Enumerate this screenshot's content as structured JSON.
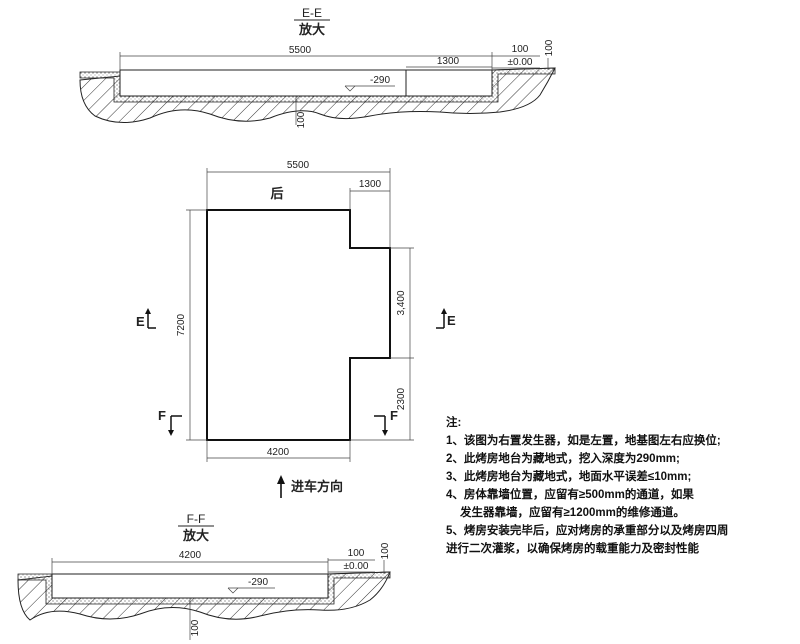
{
  "section_ee": {
    "code": "E-E",
    "label": "放大",
    "length": "5500",
    "inner": "1300",
    "edge": "100",
    "level": "±0.00",
    "height": "100",
    "depth": "-290",
    "base": "100"
  },
  "plan": {
    "width_top": "5500",
    "notch_width": "1300",
    "back_label": "后",
    "length": "7200",
    "notch_height": "3,400",
    "lower": "2300",
    "width_bottom": "4200",
    "mark_e": "E",
    "mark_f": "F",
    "entry": "进车方向"
  },
  "section_ff": {
    "code": "F-F",
    "label": "放大",
    "length": "4200",
    "edge": "100",
    "level": "±0.00",
    "height": "100",
    "depth": "-290",
    "base": "100"
  },
  "notes": {
    "title": "注:",
    "n1": "1、该图为右置发生器，如是左置，地基图左右应换位;",
    "n2": "2、此烤房地台为藏地式，挖入深度为290mm;",
    "n3": "3、此烤房地台为藏地式，地面水平误差≤10mm;",
    "n4a": "4、房体靠墙位置，应留有≥500mm的通道，如果",
    "n4b": "发生器靠墙，应留有≥1200mm的维修通道。",
    "n5a": "5、烤房安装完毕后，应对烤房的承重部分以及烤房四周",
    "n5b": "进行二次灌浆，以确保烤房的载重能力及密封性能"
  }
}
